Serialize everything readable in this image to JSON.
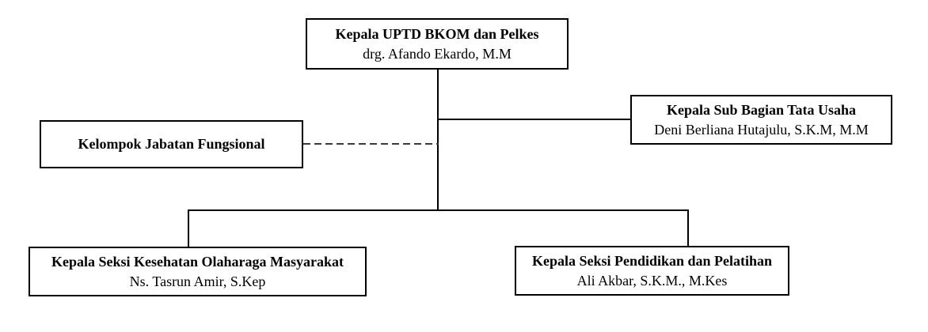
{
  "diagram": {
    "type": "org-chart",
    "colors": {
      "background": "#ffffff",
      "box_border": "#000000",
      "text": "#000000",
      "solid_line": "#000000",
      "dashed_line": "#3a3a3a"
    },
    "nodes": {
      "head": {
        "title": "Kepala UPTD BKOM dan Pelkes",
        "name": "drg. Afando Ekardo, M.M"
      },
      "tata_usaha": {
        "title": "Kepala Sub Bagian Tata Usaha",
        "name": "Deni Berliana Hutajulu, S.K.M, M.M"
      },
      "fungsional": {
        "title": "Kelompok Jabatan Fungsional"
      },
      "kesehatan_olahraga": {
        "title": "Kepala Seksi Kesehatan Olaharaga Masyarakat",
        "name": "Ns. Tasrun Amir, S.Kep"
      },
      "pendidikan_pelatihan": {
        "title": "Kepala Seksi Pendidikan dan Pelatihan",
        "name": "Ali Akbar, S.K.M., M.Kes"
      }
    },
    "edges": [
      {
        "from": "head",
        "to": "tata_usaha",
        "style": "solid"
      },
      {
        "from": "head",
        "to": "fungsional",
        "style": "dashed"
      },
      {
        "from": "head",
        "to": "kesehatan_olahraga",
        "style": "solid"
      },
      {
        "from": "head",
        "to": "pendidikan_pelatihan",
        "style": "solid"
      }
    ]
  }
}
